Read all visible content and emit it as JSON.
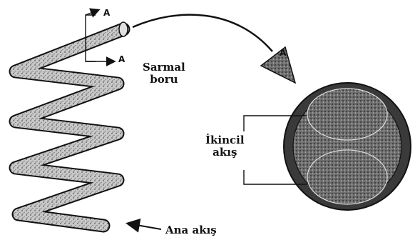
{
  "labels": {
    "section_a_top": "A",
    "section_a_bottom": "A",
    "section_a_view": "A",
    "helical_pipe": [
      "Sarmal",
      "boru"
    ],
    "secondary_flow": [
      "İkincil",
      "akış"
    ],
    "main_flow": "Ana akış"
  },
  "colors": {
    "ink": "#111111",
    "pipe_fill": "#bdbdbd",
    "section_fill": "#6e6e6e",
    "section_ring": "#3a3a3a"
  }
}
